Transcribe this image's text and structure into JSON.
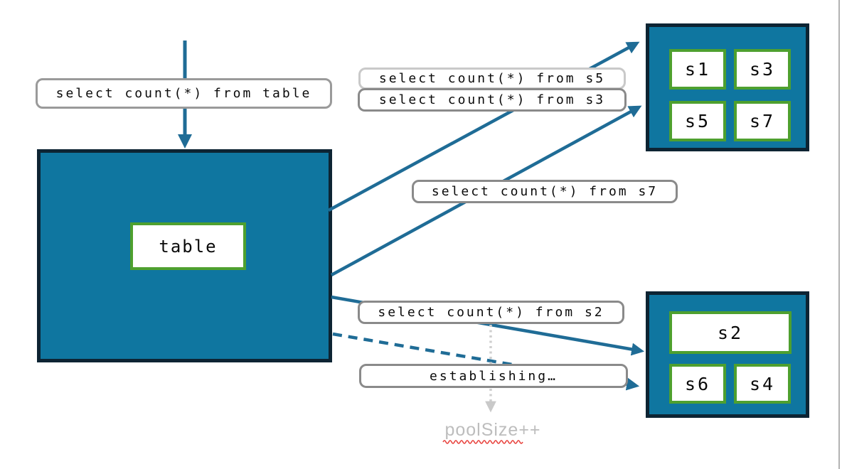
{
  "diagram": {
    "queries": {
      "table": "select count(*) from table",
      "s5": "select count(*) from s5",
      "s3": "select count(*) from s3",
      "s7": "select count(*) from s7",
      "s2": "select count(*) from s2",
      "establishing": "establishing…"
    },
    "main_table": {
      "label": "table"
    },
    "shard_groups": {
      "top": [
        "s1",
        "s3",
        "s5",
        "s7"
      ],
      "bottom": [
        "s2",
        "s6",
        "s4"
      ]
    },
    "pool_note": "poolSize++",
    "colors": {
      "box_fill": "#0F76A0",
      "box_border": "#0D2433",
      "arrow_teal": "#1F6C96",
      "chip_border_green": "#4EA02F",
      "label_border_gray": "#8A8A8A",
      "label_border_light_gray": "#C9C9C9",
      "muted_text_gray": "#BDBDBD",
      "dotted_arrow_gray": "#CFCFCF",
      "spellcheck_red": "#E8413C"
    }
  }
}
